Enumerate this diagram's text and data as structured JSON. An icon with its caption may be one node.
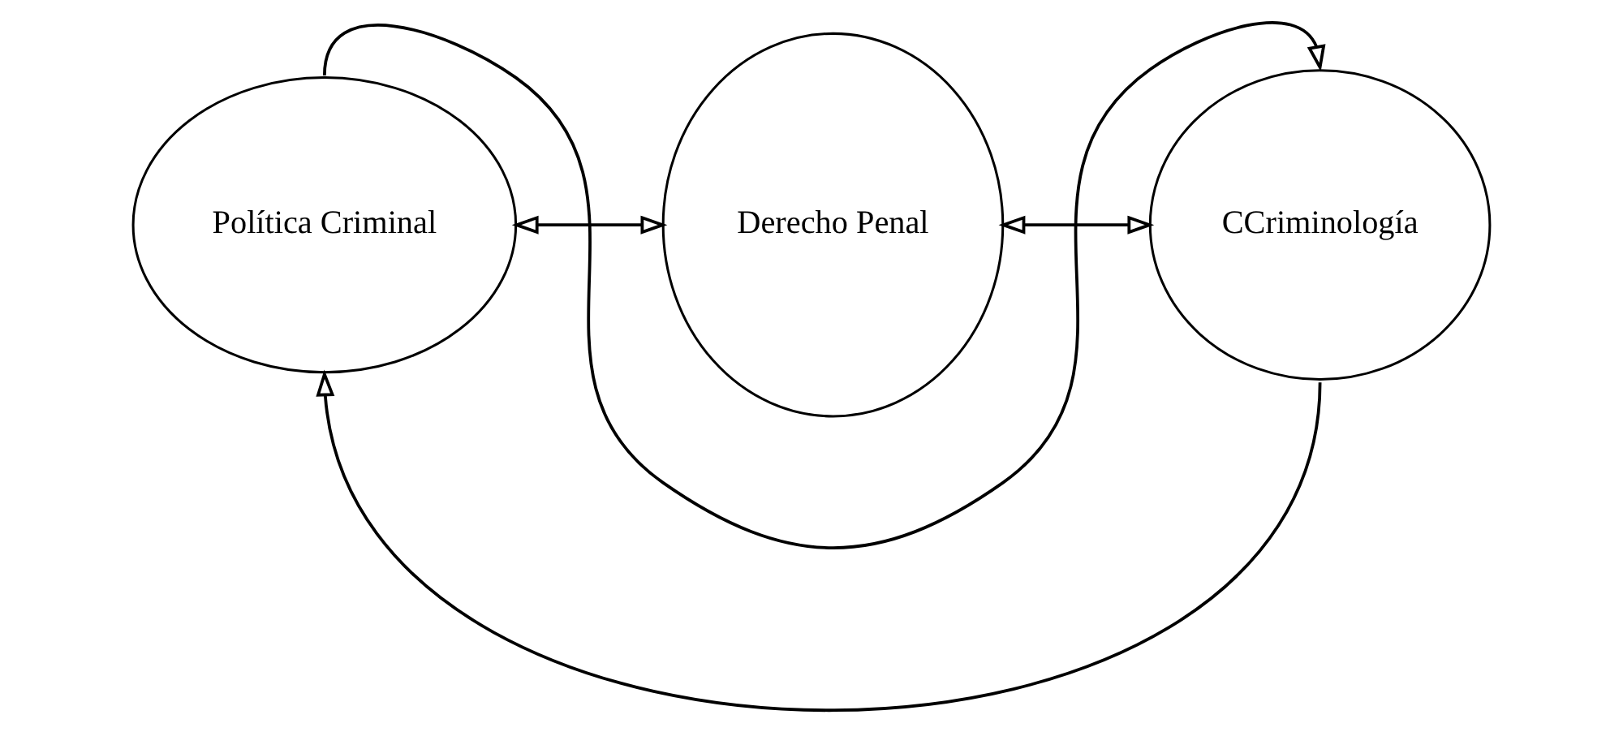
{
  "diagram": {
    "nodes": [
      {
        "text": [
          "Política Criminal"
        ]
      },
      {
        "text": [
          "Derecho Penal"
        ]
      },
      {
        "text": [
          "CCriminología"
        ]
      }
    ],
    "edges": [
      {
        "from": 0,
        "to": 1,
        "arrow": "both"
      },
      {
        "from": 1,
        "to": 2,
        "arrow": "both"
      },
      {
        "from": 0,
        "to": 2,
        "arrow": "to"
      },
      {
        "from": 2,
        "to": 0,
        "arrow": "to"
      }
    ]
  }
}
